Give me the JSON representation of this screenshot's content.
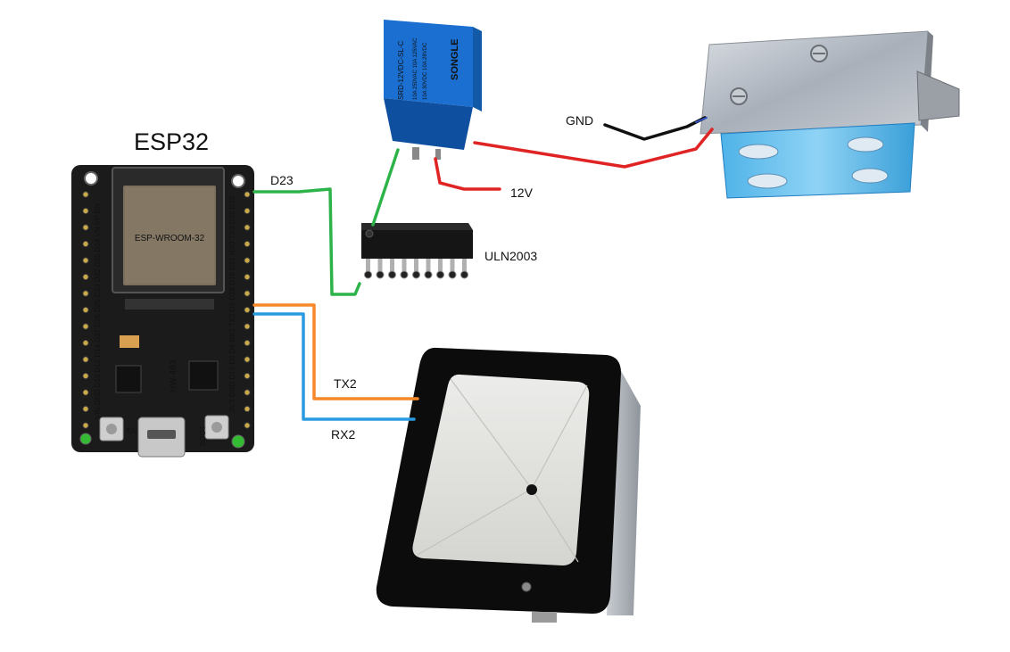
{
  "labels": {
    "board": "ESP32",
    "board_model": "HW-463",
    "pin_d23": "D23",
    "driver": "ULN2003",
    "supply": "12V",
    "gnd": "GND",
    "tx2": "TX2",
    "rx2": "RX2"
  },
  "relay_text": {
    "brand": "SONGLE",
    "model": "SRD-12VDC-SL-C",
    "rating_1": "10A 250VAC 10A 125VAC",
    "rating_2": "10A 30VDC 10A 28VDC"
  },
  "board_text": {
    "left_pins": "VIN GND D13 D12 D14 D27 D26 D25 D33 D32 D35 D34 VN VP EN",
    "right_pins": "3V3 GND D15 D2 D4 RX2 TX2 D5 D18 D19 D21 RX0 TX0 D22 D23",
    "en": "EN",
    "boot": "BOOT"
  },
  "colors": {
    "green_wire": "#2db34a",
    "orange_wire": "#f5892a",
    "blue_wire": "#2a9be0",
    "red_wire": "#e02424",
    "black_wire": "#111111",
    "relay_blue": "#1a6fd0",
    "board_black": "#1b1b1b"
  }
}
